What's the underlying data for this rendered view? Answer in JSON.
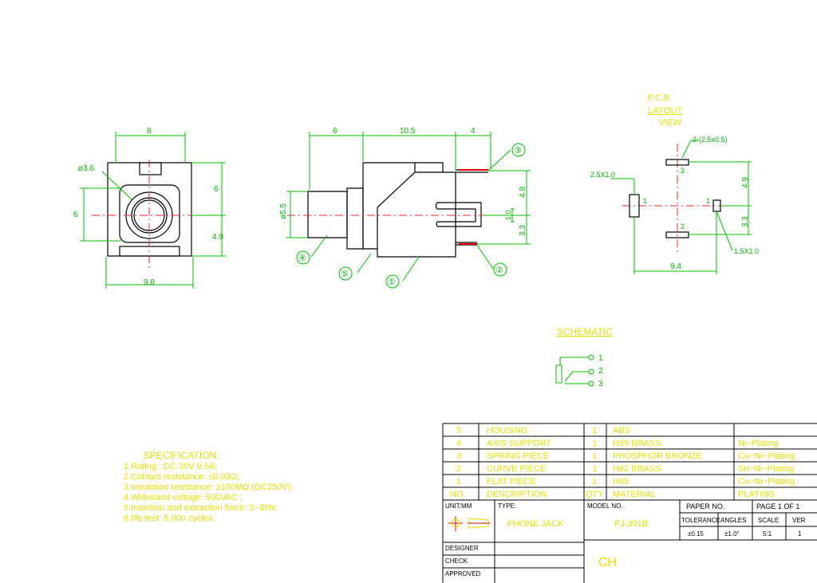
{
  "front_view": {
    "dim_top": "8",
    "dim_bottom": "9.8",
    "dim_left": "6",
    "dim_right_upper": "6",
    "dim_right_lower": "4.9",
    "dim_hole": "ø3.6"
  },
  "side_view": {
    "dim_a": "6",
    "dim_b": "10.5",
    "dim_c": "4",
    "dim_dia": "ø5.5",
    "dim_pin_upper": "4.9",
    "dim_pin_mid": "1.0",
    "dim_pin_lower": "3.3",
    "callouts": [
      "③",
      "④",
      "⑤",
      "①",
      "②"
    ]
  },
  "pcb_layout": {
    "title_lines": [
      "P.C.B",
      "LAYOUT",
      "VIEW"
    ],
    "pad_top_label": "2-(2.5x0.5)",
    "pad_left_label": "2.5X1.0",
    "pad_right_label": "1.5X1.0",
    "dim_upper": "4.9",
    "dim_lower": "3.3",
    "dim_width": "9.4",
    "pin_numbers": [
      "3",
      "1",
      "1",
      "2"
    ]
  },
  "schematic": {
    "title": "SCHEMATIC",
    "pins": [
      "1",
      "2",
      "3"
    ]
  },
  "specification": {
    "title": "SPECIFICATION:",
    "items": [
      "1.Rating : DC 30V 0.5A;",
      "2.Contact resistance: ≤0.03Ω;",
      "3.Insulation resistance: ≥100MΩ (DC250V);",
      "4.Withstand voltage: 500VAC ;",
      "5.Insertion and extraction force: 3~35N;",
      "6.life test: 5,000 cycles."
    ]
  },
  "bom": {
    "rows": [
      {
        "no": "5",
        "desc": "HOUSING",
        "qty": "1",
        "material": "ABS",
        "plating": ""
      },
      {
        "no": "4",
        "desc": "AXIS SUPPORT",
        "qty": "1",
        "material": "H59 BRASS",
        "plating": "Ni~Plating"
      },
      {
        "no": "3",
        "desc": "SPRING PIECE",
        "qty": "1",
        "material": "PHOSPHOR BRONZE",
        "plating": "Cu~Ni~Plating"
      },
      {
        "no": "2",
        "desc": "CURVE PIECE",
        "qty": "1",
        "material": "H62 BRASS",
        "plating": "Sn~Ni~Plating"
      },
      {
        "no": "1",
        "desc": "FLAT PIECE",
        "qty": "1",
        "material": "H65",
        "plating": "Cu~Ni~Plating"
      }
    ],
    "header": {
      "no": "NO.",
      "desc": "DESCRIPTION",
      "qty": "QTY",
      "material": "MATERIAL",
      "plating": "PLATING"
    }
  },
  "title_block": {
    "unit_mm": "UNIT:MM",
    "type_label": "TYPE:",
    "type_value": "PHONE JACK",
    "model_label": "MODEL\nNO.",
    "model_value": "PJ-301B",
    "paper_no": "PAPER NO.",
    "page": "PAGE 1 OF 1",
    "tolerance_label": "TOLERANCE",
    "angles": "ANGLES",
    "scale": "SCALE",
    "ver": "VER",
    "tol_value": "±0.15",
    "ang_value": "±1.0°",
    "scale_value": "5:1",
    "ver_value": "1",
    "designer": "DESIGNER",
    "check": "CHECK",
    "approved": "APPROVED",
    "company": "CH"
  }
}
